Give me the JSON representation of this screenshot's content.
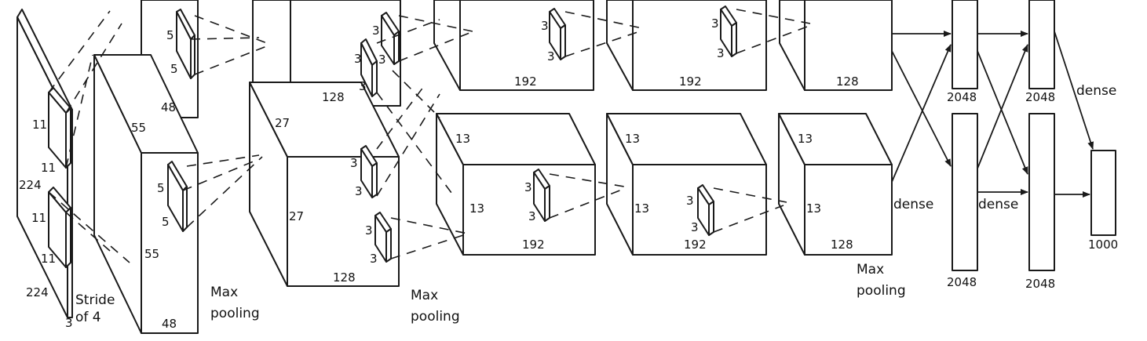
{
  "labels": {
    "input_h": "224",
    "input_w": "224",
    "input_depth": "3",
    "kernel_11": "11",
    "stride": "Stride",
    "stride_of": "of 4",
    "c1_side": "55",
    "c1_depth": "48",
    "k5": "5",
    "c2_side": "27",
    "c2_depth": "128",
    "k3": "3",
    "c3_side": "13",
    "c3_depth": "192",
    "c5_depth": "128",
    "max": "Max",
    "pooling": "pooling",
    "dense": "dense",
    "fc": "2048",
    "out": "1000"
  }
}
